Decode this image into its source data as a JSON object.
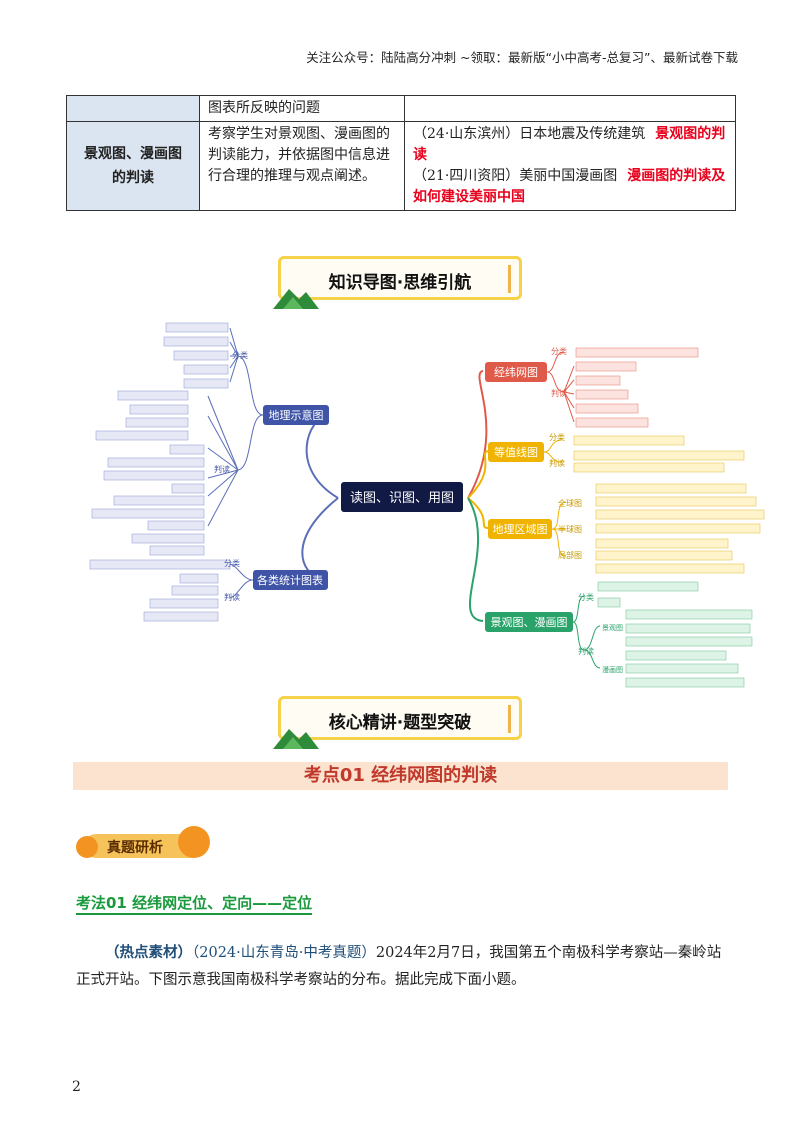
{
  "header": {
    "text": "关注公众号：陆陆高分冲刺  ~领取：最新版“小中高考-总复习”、最新试卷下载"
  },
  "table": {
    "row1_col2": "图表所反映的问题",
    "row2_col1_line1": "景观图、漫画图",
    "row2_col1_line2": "的判读",
    "row2_col2": "考察学生对景观图、漫画图的判读能力，并依据图中信息进行合理的推理与观点阐述。",
    "row2_col3_a": "（24·山东滨州）日本地震及传统建筑",
    "row2_col3_a_red": "景观图的判读",
    "row2_col3_b": "（21·四川资阳）美丽中国漫画图",
    "row2_col3_b_red": "漫画图的判读及如何建设美丽中国"
  },
  "banner1": {
    "title": "知识导图·思维引航"
  },
  "mindmap": {
    "center": "读图、识图、用图",
    "left": [
      {
        "label": "地理示意图",
        "sub": [
          "分类",
          "判读"
        ]
      },
      {
        "label": "各类统计图表",
        "sub": [
          "分类",
          "判读"
        ]
      }
    ],
    "right": [
      {
        "label": "经纬网图",
        "sub": [
          "分类",
          "判读"
        ]
      },
      {
        "label": "等值线图",
        "sub": [
          "分类",
          "判读"
        ]
      },
      {
        "label": "地理区域图",
        "sub": [
          "全球图",
          "半球图",
          "局部图"
        ]
      },
      {
        "label": "景观图、漫画图",
        "sub": [
          "分类",
          "判读",
          "景观图",
          "漫画图"
        ]
      }
    ]
  },
  "banner2": {
    "title": "核心精讲·题型突破"
  },
  "kaodian": {
    "title": "考点01    经纬网图的判读"
  },
  "zhenti": {
    "label": "真题研析"
  },
  "kaofa": {
    "title": "考法01   经纬网定位、定向——定位"
  },
  "para": {
    "hot": "（热点素材）",
    "src": "（2024·山东青岛·中考真题）",
    "text": "2024年2月7日，我国第五个南极科学考察站—秦岭站正式开站。下图示意我国南极科学考察站的分布。据此完成下面小题。"
  },
  "page_number": "2"
}
